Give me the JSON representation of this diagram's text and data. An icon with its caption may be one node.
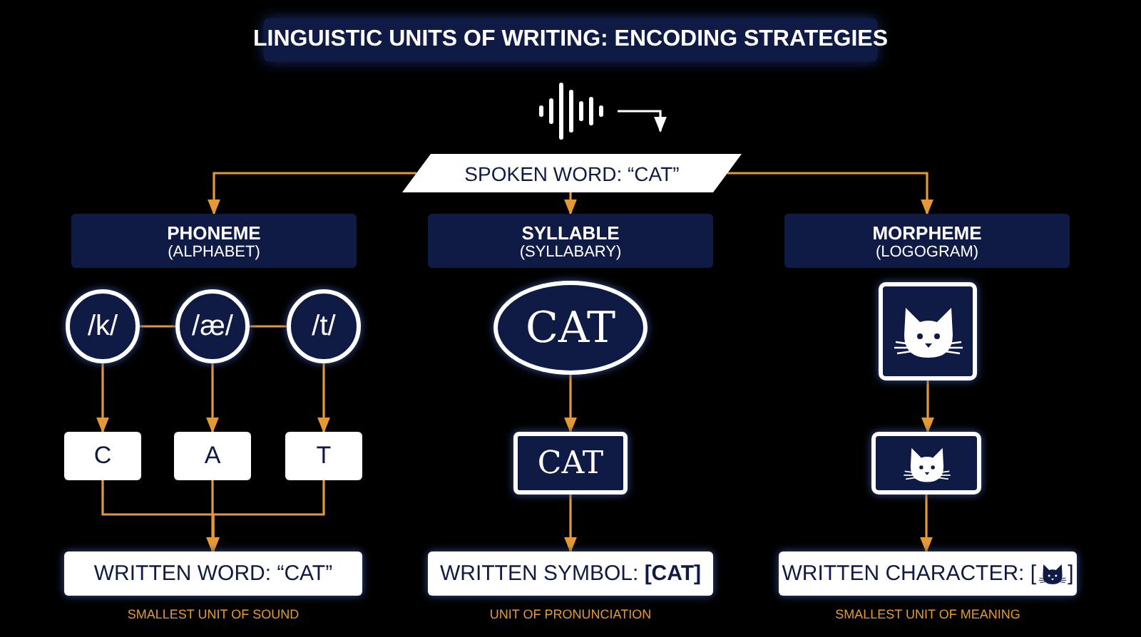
{
  "diagram": {
    "title": "LINGUISTIC UNITS OF WRITING: ENCODING STRATEGIES",
    "nodes": [
      {
        "text": [],
        "shape": "picture"
      },
      {
        "text": [
          "SPOKEN WORD: “CAT”"
        ]
      },
      {
        "text": [
          "PHONEME",
          "(ALPHABET)"
        ]
      },
      {
        "text": [
          "SYLLABLE",
          "(SYLLABARY)"
        ]
      },
      {
        "text": [
          "MORPHEME",
          "(LOGOGRAM)"
        ]
      },
      {
        "text": [
          "/k/"
        ]
      },
      {
        "text": [
          "/æ/"
        ]
      },
      {
        "text": [
          "/t/"
        ]
      },
      {
        "text": [
          "CAT"
        ]
      },
      {
        "text": [],
        "shape": "picture"
      },
      {
        "text": [
          "C"
        ]
      },
      {
        "text": [
          "A"
        ]
      },
      {
        "text": [
          "T"
        ]
      },
      {
        "text": [
          "CAT"
        ]
      },
      {
        "text": [],
        "shape": "picture"
      },
      {
        "text": [
          "WRITTEN WORD: “CAT”"
        ],
        "beside": [
          "SMALLEST UNIT OF SOUND"
        ]
      },
      {
        "text": [
          "WRITTEN SYMBOL: **[CAT]**"
        ],
        "beside": [
          "UNIT OF PRONUNCIATION"
        ]
      },
      {
        "text": [
          "WRITTEN CHARACTER: [",
          "]"
        ],
        "beside": [
          "SMALLEST UNIT OF MEANING"
        ]
      }
    ],
    "edges": [
      {
        "from": 0,
        "to": 1,
        "arrow": "to",
        "color": "#ffffff"
      },
      {
        "from": 1,
        "to": 2,
        "arrow": "to"
      },
      {
        "from": 1,
        "to": 3,
        "arrow": "to"
      },
      {
        "from": 1,
        "to": 4,
        "arrow": "to"
      },
      {
        "from": 5,
        "to": 6,
        "arrow": "none"
      },
      {
        "from": 6,
        "to": 7,
        "arrow": "none"
      },
      {
        "from": 5,
        "to": 10,
        "arrow": "to"
      },
      {
        "from": 6,
        "to": 11,
        "arrow": "to"
      },
      {
        "from": 7,
        "to": 12,
        "arrow": "to"
      },
      {
        "from": 10,
        "to": 15,
        "arrow": "to"
      },
      {
        "from": 11,
        "to": 15,
        "arrow": "to"
      },
      {
        "from": 12,
        "to": 15,
        "arrow": "to"
      },
      {
        "from": 8,
        "to": 13,
        "arrow": "to"
      },
      {
        "from": 13,
        "to": 16,
        "arrow": "to"
      },
      {
        "from": 9,
        "to": 14,
        "arrow": "to"
      },
      {
        "from": 14,
        "to": 17,
        "arrow": "to"
      }
    ]
  }
}
